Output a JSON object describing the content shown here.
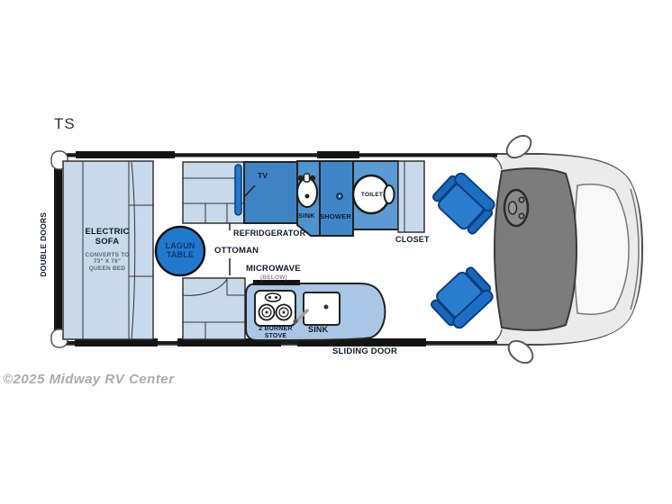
{
  "title": "TS",
  "watermark": "©2025 Midway RV Center",
  "floorplan": {
    "labels": {
      "double_doors": "DOUBLE DOORS",
      "electric_sofa": "ELECTRIC SOFA",
      "sofa_note": "CONVERTS TO 73\" X 76\" QUEEN BED",
      "lagun_table": "LAGUN TABLE",
      "tv": "TV",
      "refrigerator": "REFRIDGERATOR",
      "ottoman": "OTTOMAN",
      "microwave": "MICROWAVE",
      "microwave_note": "(BELOW)",
      "bath_sink": "SINK",
      "shower": "SHOWER",
      "toilet": "TOILET",
      "closet": "CLOSET",
      "stove": "2 BURNER STOVE",
      "kitchen_sink": "SINK",
      "sliding_door": "SLIDING DOOR"
    },
    "colors": {
      "light_blue": "#c8d9ec",
      "counter_blue": "#a9c6e4",
      "fridge_blue": "#3f83c5",
      "bath_blue": "#4e92d0",
      "shower_blue": "#3f86c8",
      "toilet_room_blue": "#5b9ad2",
      "accent_blue": "#2179cd",
      "seat_blue": "#1d6fc4",
      "seat_cushion_blue": "#2a7ccf",
      "wall_black": "#141414",
      "dash_gray": "#7c7c7c",
      "body_gray": "#ebebeb"
    }
  }
}
